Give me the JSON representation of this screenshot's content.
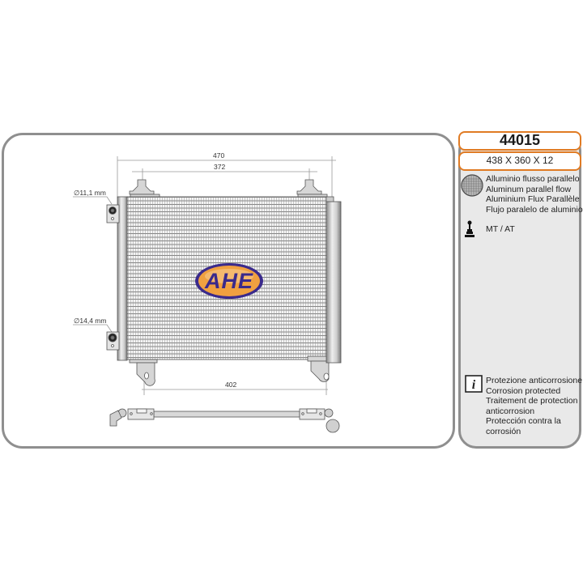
{
  "product": {
    "code": "44015",
    "dimensions": "438 X 360 X 12"
  },
  "features": {
    "material": {
      "icon": "aluminium-fin-icon",
      "lines": [
        "Alluminio flusso parallelo",
        "Aluminum parallel flow",
        "Aluminium Flux Parallèle",
        "Flujo paralelo de aluminio"
      ]
    },
    "transmission": {
      "icon": "gear-shift-icon",
      "label": "MT / AT"
    },
    "corrosion": {
      "icon": "info-icon",
      "lines": [
        "Protezione anticorrosione",
        "Corrosion protected",
        "Traitement de protection",
        "anticorrosion",
        "Protección contra la",
        "corrosión"
      ]
    }
  },
  "drawing": {
    "brand_logo": "AHE",
    "dimensions": {
      "overall_width": "470",
      "mount_spacing_top": "372",
      "mount_spacing_bottom": "402",
      "inlet_diameter": "∅11,1 mm",
      "outlet_diameter": "∅14,4 mm"
    }
  },
  "colors": {
    "accent_orange": "#e07b24",
    "border_gray": "#8f8f8f",
    "panel_bg": "#e9e9e9",
    "logo_blue": "#3a2a8c",
    "logo_orange": "#f0a040"
  }
}
